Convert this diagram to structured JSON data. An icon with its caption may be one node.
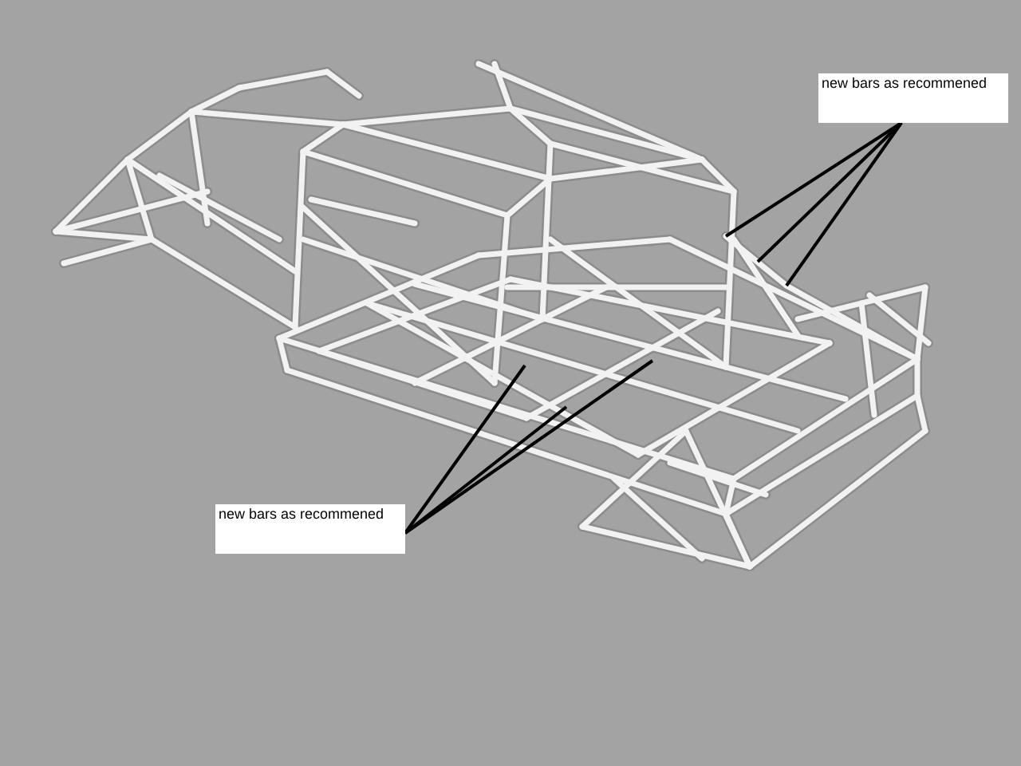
{
  "diagram": {
    "nodes": [
      {
        "text": [
          "new bars as recommened"
        ]
      },
      {
        "text": [
          "new bars as recommened"
        ]
      }
    ],
    "edges": [
      {
        "from": 0,
        "to": null,
        "arrow": "none"
      },
      {
        "from": 0,
        "to": null,
        "arrow": "none"
      },
      {
        "from": 0,
        "to": null,
        "arrow": "none"
      },
      {
        "from": 1,
        "to": null,
        "arrow": "none"
      },
      {
        "from": 1,
        "to": null,
        "arrow": "none"
      },
      {
        "from": 1,
        "to": null,
        "arrow": "none"
      }
    ]
  }
}
